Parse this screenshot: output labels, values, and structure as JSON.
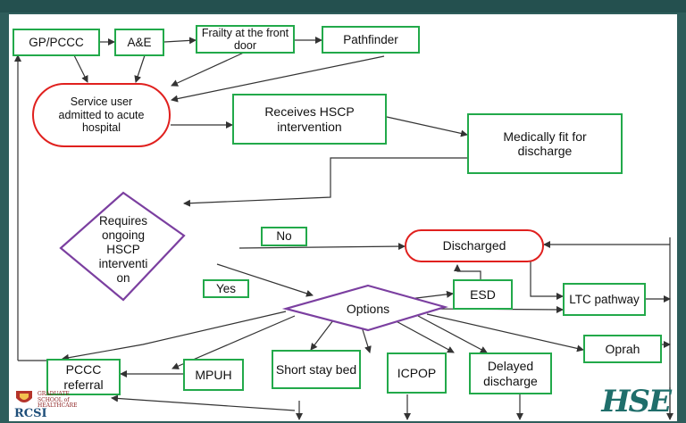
{
  "nodes": {
    "gp_pccc": "GP/PCCC",
    "ae": "A&E",
    "frailty": "Frailty at the front door",
    "pathfinder": "Pathfinder",
    "service_user": "Service user admitted to acute hospital",
    "receives_hscp": "Receives HSCP intervention",
    "medically_fit": "Medically fit for discharge",
    "requires": "Requires ongoing HSCP interventi on",
    "no": "No",
    "yes": "Yes",
    "discharged": "Discharged",
    "esd": "ESD",
    "ltc": "LTC pathway",
    "options": "Options",
    "oprah": "Oprah",
    "pccc_referral": "PCCC referral",
    "mpuh": "MPUH",
    "short_stay": "Short stay bed",
    "icpop": "ICPOP",
    "delayed": "Delayed discharge"
  },
  "logo": {
    "line1": "GRADUATE",
    "line2": "SCHOOL of",
    "line3": "HEALTHCARE",
    "wordmark": "RCSI",
    "brand": "HSE"
  },
  "colors": {
    "box_border": "#22a94a",
    "oval_border": "#e0201e",
    "diamond_border": "#7b3fa0",
    "arrow": "#333333"
  }
}
